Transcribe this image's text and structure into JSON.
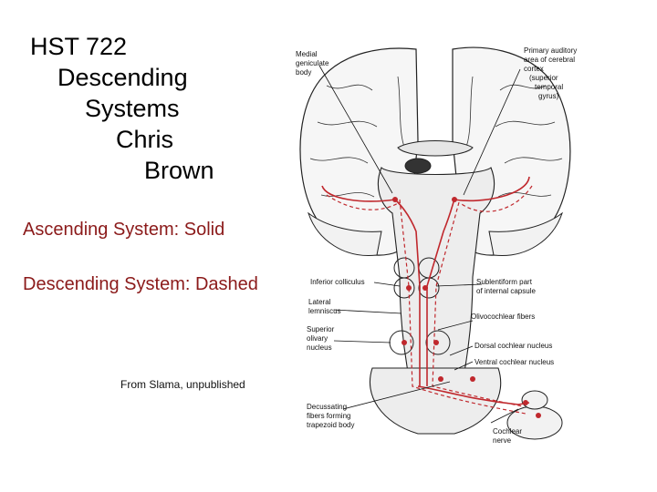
{
  "title_lines": [
    "HST 722",
    "Descending",
    "Systems",
    "Chris",
    "Brown"
  ],
  "legend": {
    "ascending": "Ascending System: Solid",
    "descending": "Descending System: Dashed"
  },
  "credit": "From Slama, unpublished",
  "colors": {
    "pathway": "#c0282d",
    "legend_text": "#8b1a1a",
    "anatomy": "#222222"
  },
  "figure_labels": {
    "mgb": [
      "Medial",
      "geniculate",
      "body"
    ],
    "auditory_cortex": [
      "Primary auditory",
      "area of cerebral",
      "cortex",
      "(superior",
      "temporal",
      "gyrus)"
    ],
    "inferior_colliculus": "Inferior colliculus",
    "lateral_lemniscus": [
      "Lateral",
      "lemniscus"
    ],
    "sublentiform": [
      "Sublentiform part",
      "of internal capsule"
    ],
    "olivocochlear": "Olivocochlear fibers",
    "superior_olive": [
      "Superior",
      "olivary",
      "nucleus"
    ],
    "dorsal_cn": "Dorsal cochlear nucleus",
    "ventral_cn": "Ventral cochlear nucleus",
    "decussating": [
      "Decussating",
      "fibers forming",
      "trapezoid body"
    ],
    "cochlear_nerve": [
      "Cochlear",
      "nerve"
    ]
  }
}
